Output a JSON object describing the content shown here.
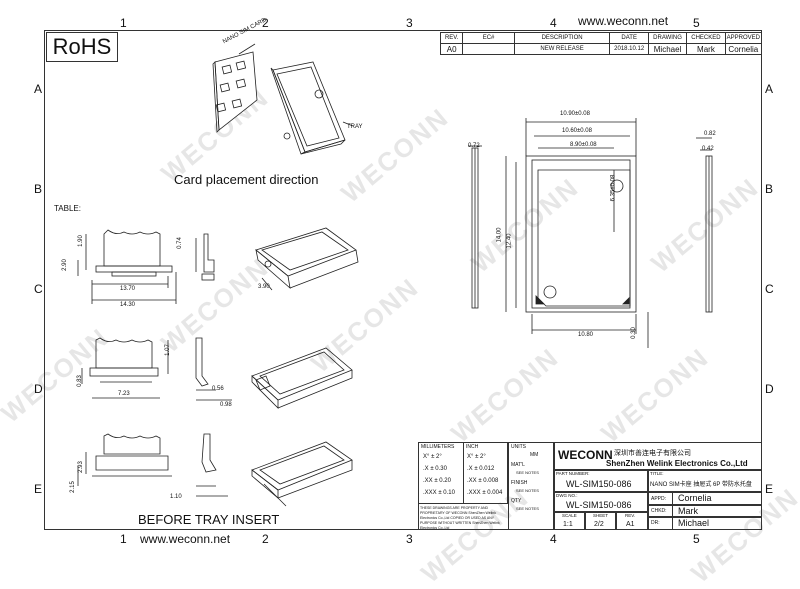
{
  "column_numbers": [
    "1",
    "2",
    "3",
    "4",
    "5"
  ],
  "row_letters": [
    "A",
    "B",
    "C",
    "D",
    "E"
  ],
  "website": "www.weconn.net",
  "rohs": "RoHS",
  "watermark": "WECONN",
  "revision_table": {
    "headers": [
      "REV.",
      "EC#",
      "DESCRIPTION",
      "DATE",
      "DRAWING",
      "CHECKED",
      "APPROVED"
    ],
    "row": [
      "A0",
      "",
      "NEW RELEASE",
      "2018.10.12",
      "Michael",
      "Mark",
      "Cornelia"
    ]
  },
  "labels": {
    "nano_sim_card": "NANO SIM CARD",
    "tray": "TRAY",
    "card_placement": "Card placement direction",
    "table": "TABLE:",
    "before_tray_insert": "BEFORE TRAY INSERT"
  },
  "dims_main": [
    "10.90±0.08",
    "10.60±0.08",
    "8.90±0.08",
    "6.35±0.08",
    "0.82",
    "0.42",
    "0.72",
    "14.00",
    "12.40",
    "10.80",
    "0.30"
  ],
  "dims_views": [
    "1.90",
    "2.90",
    "0.74",
    "13.70",
    "14.30",
    "3.90",
    "1.07",
    "0.83",
    "7.23",
    "0.56",
    "0.98",
    "2.93",
    "2.15",
    "1.10"
  ],
  "title_block": {
    "millimeters": "MILLIMETERS",
    "inch": "INCH",
    "units": "UNITS",
    "mm": "MM",
    "mm_tol": [
      "X° ± 2°",
      ".X ± 0.30",
      ".XX ± 0.20",
      ".XXX ± 0.10"
    ],
    "inch_tol": [
      "X° ± 2°",
      ".X ± 0.012",
      ".XX ± 0.008",
      ".XXX ± 0.004"
    ],
    "matl": "MAT'L",
    "finish": "FINISH",
    "qty": "QTY",
    "see_notes": "SEE NOTES",
    "notice": "THESE DRAWINGS ARE PROPERTY AND PROPRIETARY OF WECONN ShenZhen Welink Electronics Co.,Ltd COPIED OR USED AS ANY PURPOSE WITHOUT WRITTEN ShenZhen Welink Electronics Co.,Ltd",
    "company_logo": "WECONN",
    "company_cn": "深圳市善连电子有限公司",
    "company_en": "ShenZhen Welink Electronics Co.,Ltd",
    "part_number_label": "PART NUMBER:",
    "part_number": "WL-SIM150-086",
    "title_label": "TITLE:",
    "title": "NANO SIM卡座 抽屉式 6P 带防水托盘",
    "dwg_no_label": "DWG NO.:",
    "dwg_no": "WL-SIM150-086",
    "scale_label": "SCALE",
    "sheet_label": "SHEET",
    "rev_label": "REV.",
    "scale": "1:1",
    "sheet": "2/2",
    "rev": "A1",
    "appd_label": "APPD:",
    "appd": "Cornelia",
    "chkd_label": "CHKD:",
    "chkd": "Mark",
    "dr_label": "DR:",
    "dr": "Michael"
  }
}
